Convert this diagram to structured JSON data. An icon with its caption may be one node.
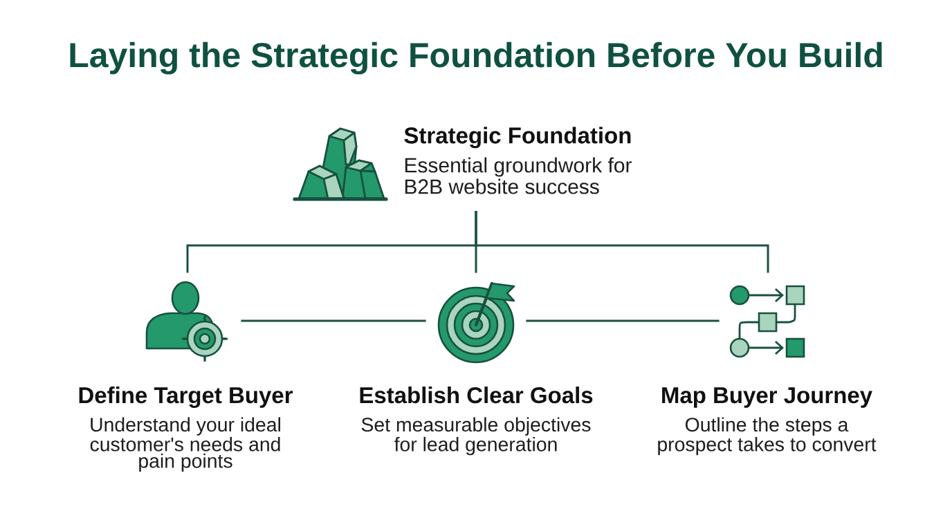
{
  "diagram": {
    "title": "Laying the Strategic Foundation Before You Build",
    "nodes": [
      {
        "text": [
          "Strategic Foundation",
          "Essential groundwork for B2B website success"
        ]
      },
      {
        "text": [],
        "shape": "picture",
        "beside": [
          "Define Target Buyer",
          "Understand your ideal customer's needs and pain points"
        ]
      },
      {
        "text": [],
        "shape": "picture",
        "beside": [
          "Establish Clear Goals",
          "Set measurable objectives for lead generation"
        ]
      },
      {
        "text": [],
        "shape": "picture",
        "beside": [
          "Map Buyer Journey",
          "Outline the steps a prospect takes to convert"
        ]
      }
    ],
    "edges": [
      {
        "from": 0,
        "to": 1,
        "arrow": "none"
      },
      {
        "from": 0,
        "to": 2,
        "arrow": "none"
      },
      {
        "from": 0,
        "to": 3,
        "arrow": "none"
      },
      {
        "from": 1,
        "to": 2,
        "arrow": "none"
      },
      {
        "from": 2,
        "to": 3,
        "arrow": "none"
      }
    ]
  }
}
